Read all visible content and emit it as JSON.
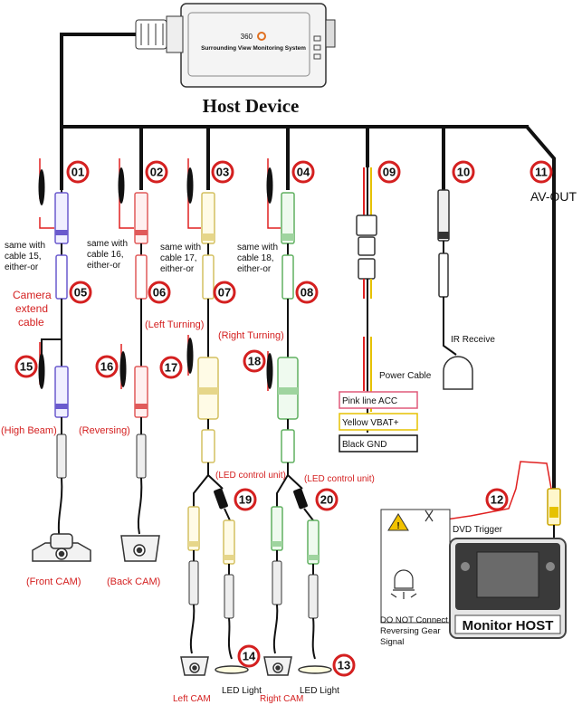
{
  "host": {
    "brand": "360",
    "subtitle": "Surrounding View Monitoring System",
    "title": "Host Device"
  },
  "cables": [
    {
      "num": "01",
      "note": [
        "same with",
        "cable 15,",
        "either-or"
      ]
    },
    {
      "num": "02",
      "note": [
        "same with",
        "cable 16,",
        "either-or"
      ]
    },
    {
      "num": "03",
      "note": [
        "same with",
        "cable 17,",
        "either-or"
      ]
    },
    {
      "num": "04",
      "note": [
        "same with",
        "cable 18,",
        "either-or"
      ]
    },
    {
      "num": "05"
    },
    {
      "num": "06"
    },
    {
      "num": "07"
    },
    {
      "num": "08"
    },
    {
      "num": "09"
    },
    {
      "num": "10"
    },
    {
      "num": "11"
    },
    {
      "num": "12"
    },
    {
      "num": "13"
    },
    {
      "num": "14"
    },
    {
      "num": "15"
    },
    {
      "num": "16"
    },
    {
      "num": "17"
    },
    {
      "num": "18"
    },
    {
      "num": "19"
    },
    {
      "num": "20"
    }
  ],
  "labels": {
    "camera_extend": [
      "Camera",
      "extend",
      "cable"
    ],
    "av_out": "AV-OUT",
    "left_turning": "(Left Turning)",
    "right_turning": "(Right Turning)",
    "high_beam": "(High Beam)",
    "reversing": "(Reversing)",
    "led_control_1": "(LED control unit)",
    "led_control_2": "(LED control unit)",
    "front_cam": "(Front CAM)",
    "back_cam": "(Back CAM)",
    "left_cam": "Left CAM",
    "right_cam": "Right CAM",
    "led_light_1": "LED Light",
    "led_light_2": "LED Light",
    "ir_receive": "IR Receive",
    "power_cable": "Power Cable",
    "pink_line": "Pink line ACC",
    "yellow_line": "Yellow VBAT+",
    "black_line": "Black GND",
    "dvd_trigger": "DVD Trigger",
    "warning": [
      "DO NOT Connect",
      "Reversing Gear",
      "Signal"
    ],
    "monitor": "Monitor  HOST"
  },
  "colors": {
    "number_ring": "#d42020",
    "red_text": "#d42020",
    "wire": "#111111",
    "accent_red": "#e02020",
    "acc_pink": "#e05a7a",
    "vbat_yellow": "#e6c200",
    "blue_conn": "#6a5acd",
    "red_conn": "#e05a5a",
    "yellow_conn": "#d4c060",
    "green_conn": "#60b060"
  }
}
